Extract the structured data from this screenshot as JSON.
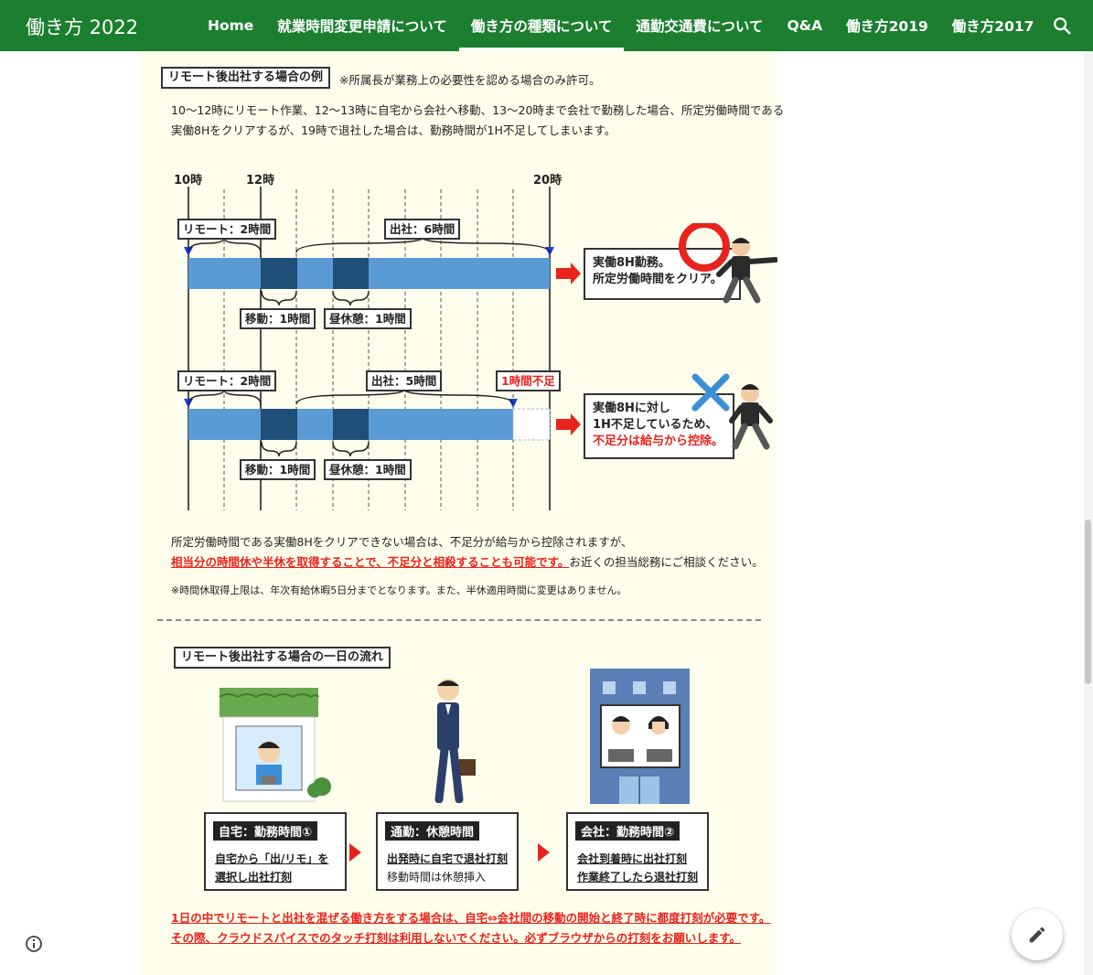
{
  "site": {
    "title": "働き方 2022"
  },
  "nav": {
    "items": [
      {
        "label": "Home"
      },
      {
        "label": "就業時間変更申請について"
      },
      {
        "label": "働き方の種類について",
        "active": true
      },
      {
        "label": "通勤交通費について"
      },
      {
        "label": "Q&A"
      },
      {
        "label": "働き方2019"
      },
      {
        "label": "働き方2017"
      }
    ],
    "search_icon": "search-icon"
  },
  "example": {
    "heading": "リモート後出社する場合の例",
    "heading_note": "※所属長が業務上の必要性を認める場合のみ許可。",
    "desc_line1": "10〜12時にリモート作業、12〜13時に自宅から会社へ移動、13〜20時まで会社で勤務した場合、所定労働時間である",
    "desc_line2": "実働8Hをクリアするが、19時で退社した場合は、勤務時間が1H不足してしまいます。"
  },
  "timeline": {
    "hours": [
      "10時",
      "12時",
      "20時"
    ],
    "row1": {
      "remote": "リモート：2時間",
      "office": "出社：6時間",
      "move": "移動：1時間",
      "break": "昼休憩：1時間"
    },
    "row2": {
      "remote": "リモート：2時間",
      "office": "出社：5時間",
      "shortage": "1時間不足",
      "move": "移動：1時間",
      "break": "昼休憩：1時間"
    },
    "result1": {
      "line1": "実働8H勤務。",
      "line2": "所定労働時間をクリア。"
    },
    "result2": {
      "line1": "実働8Hに対し",
      "line2": "1H不足しているため、",
      "line3": "不足分は給与から控除。"
    },
    "colors": {
      "bar": "#5b9bd5",
      "dark": "#1f4e79",
      "arrow": "#e8231b",
      "ok": "#e8231b",
      "ng": "#3a8fd6"
    }
  },
  "after": {
    "line1": "所定労働時間である実働8Hをクリアできない場合は、不足分が給与から控除されますが、",
    "line2_red": "相当分の時間休や半休を取得することで、不足分と相殺することも可能です。",
    "line2_rest": "お近くの担当総務にご相談ください。",
    "note": "※時間休取得上限は、年次有給休暇5日分までとなります。また、半休適用時間に変更はありません。"
  },
  "flow": {
    "heading": "リモート後出社する場合の一日の流れ",
    "steps": [
      {
        "head": "自宅：勤務時間①",
        "line1": "自宅から「出/リモ」を",
        "line2": "選択し出社打刻"
      },
      {
        "head": "通勤：休憩時間",
        "line1": "出発時に自宅で退社打刻",
        "line2": "移動時間は休憩挿入"
      },
      {
        "head": "会社：勤務時間②",
        "line1": "会社到着時に出社打刻",
        "line2": "作業終了したら退社打刻"
      }
    ],
    "bottom_line1": "1日の中でリモートと出社を混ぜる働き方をする場合は、自宅⇔会社間の移動の開始と終了時に都度打刻が必要です。",
    "bottom_line2": "その際、クラウドスパイスでのタッチ打刻は利用しないでください。必ずブラウザからの打刻をお願いします。"
  },
  "footer": {
    "info_icon": "info-icon",
    "edit_icon": "pencil-icon"
  }
}
